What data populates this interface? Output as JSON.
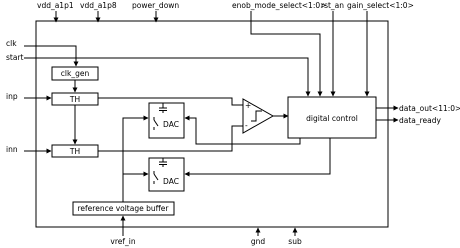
{
  "pins_top": {
    "vdd_a1p1": "vdd_a1p1",
    "vdd_a1p8": "vdd_a1p8",
    "power_down": "power_down",
    "enob_mode_select": "enob_mode_select<1:0>",
    "rst_an": "rst_an",
    "gain_select": "gain_select<1:0>"
  },
  "pins_left": {
    "clk": "clk",
    "start": "start",
    "inp": "inp",
    "inn": "inn"
  },
  "pins_right": {
    "data_out": "data_out<11:0>",
    "data_ready": "data_ready"
  },
  "pins_bottom": {
    "vref_in": "vref_in",
    "gnd": "gnd",
    "sub": "sub"
  },
  "blocks": {
    "clk_gen": "clk_gen",
    "th_top": "TH",
    "th_bottom": "TH",
    "dac_top": "DAC",
    "dac_bottom": "DAC",
    "digital_control": "digital control",
    "reference_buffer": "reference voltage buffer"
  },
  "comparator": {
    "plus": "+",
    "minus": "-"
  }
}
